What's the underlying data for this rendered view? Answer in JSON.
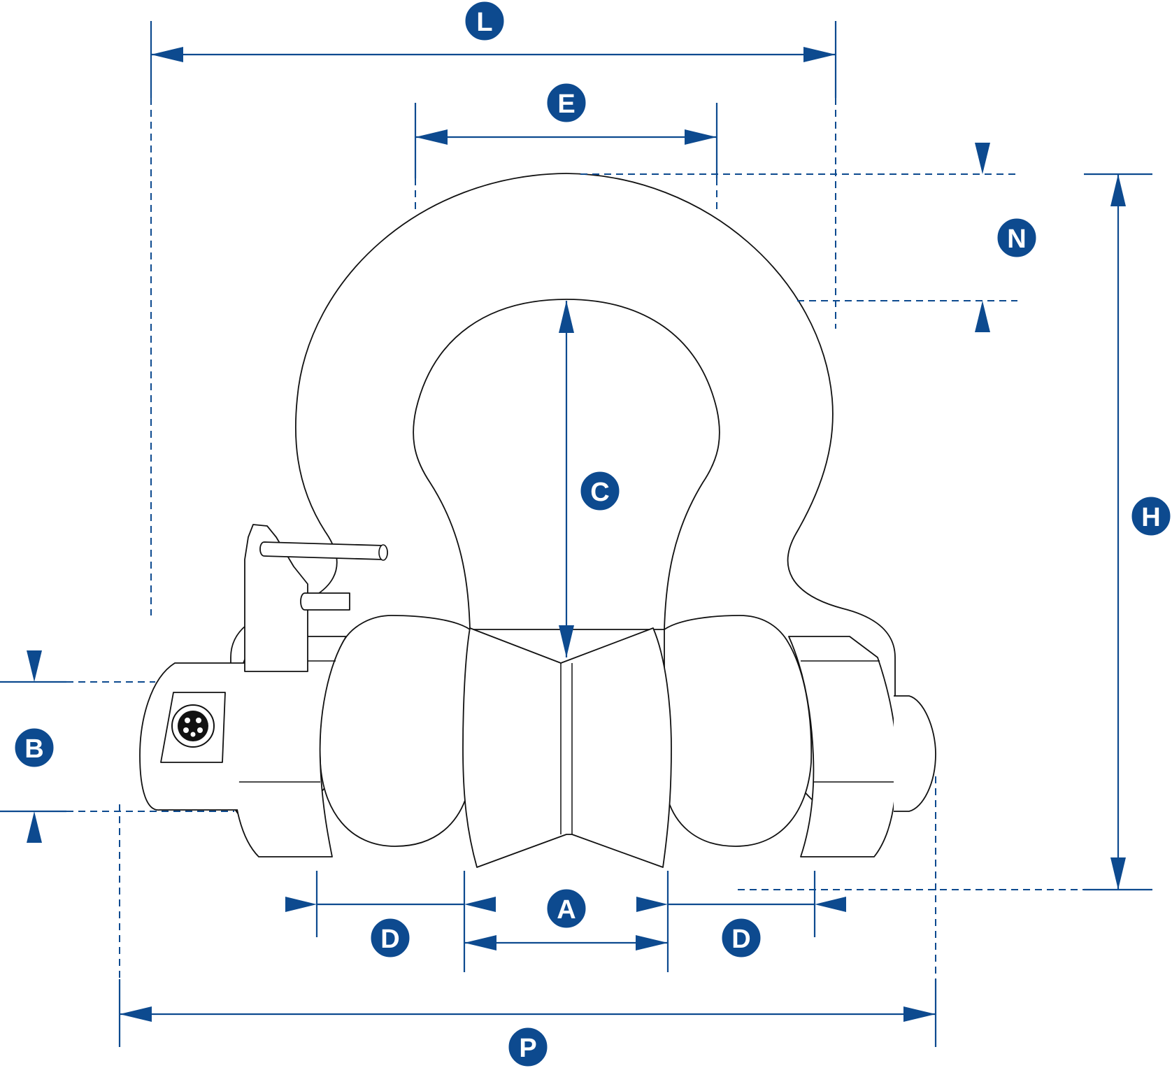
{
  "colors": {
    "accent": "#0d4a8f",
    "outline": "#111111",
    "background": "#ffffff"
  },
  "labels": {
    "L": "L",
    "E": "E",
    "N": "N",
    "H": "H",
    "C": "C",
    "B": "B",
    "A": "A",
    "D_left": "D",
    "D_right": "D",
    "P": "P"
  }
}
